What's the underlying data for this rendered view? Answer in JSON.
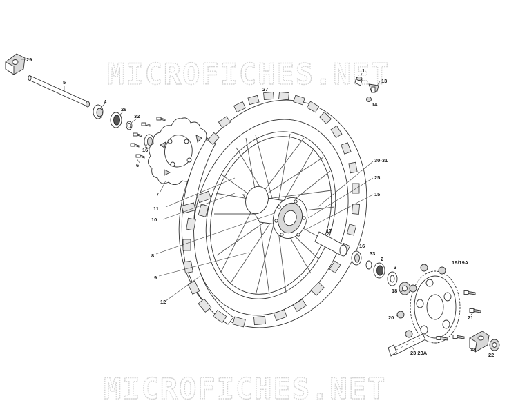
{
  "watermark": {
    "top_text": "MICROFICHES.NET",
    "bottom_text": "MICROFICHES.NET"
  },
  "callouts": {
    "p1": "1",
    "p2": "2",
    "p3": "3",
    "p4": "4",
    "p5": "5",
    "p6": "6",
    "p7": "7",
    "p8": "8",
    "p9": "9",
    "p10": "10",
    "p11": "11",
    "p12": "12",
    "p13": "13",
    "p14": "14",
    "p15": "15",
    "p16a": "16",
    "p16b": "16",
    "p17": "17",
    "p18": "18",
    "p19": "19/19A",
    "p20": "20",
    "p21": "21",
    "p22": "22",
    "p23": "23 23A",
    "p25": "25",
    "p26": "26",
    "p27": "27",
    "p28": "28",
    "p29": "29",
    "p30": "30-31",
    "p32": "32",
    "p33": "33"
  },
  "colors": {
    "line": "#333333",
    "watermark": "#d4d4d4",
    "background": "#ffffff"
  }
}
